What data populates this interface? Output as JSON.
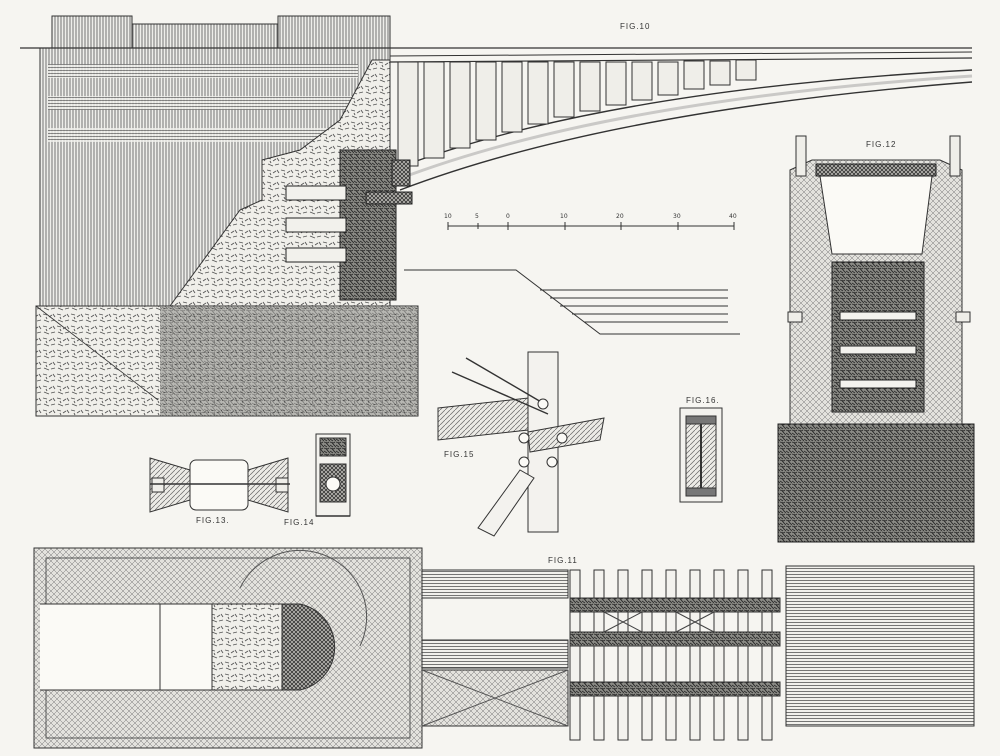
{
  "figures": {
    "fig10": "FIG.10",
    "fig11": "FIG.11",
    "fig12": "FIG.12",
    "fig13": "FIG.13.",
    "fig14": "FIG.14",
    "fig15": "FIG.15",
    "fig16": "FIG.16."
  },
  "scale": {
    "ticks": [
      "10",
      "5",
      "0",
      "10",
      "20",
      "30",
      "40"
    ]
  },
  "colors": {
    "paper": "#f6f5f1",
    "ink": "#3a3a3a"
  }
}
